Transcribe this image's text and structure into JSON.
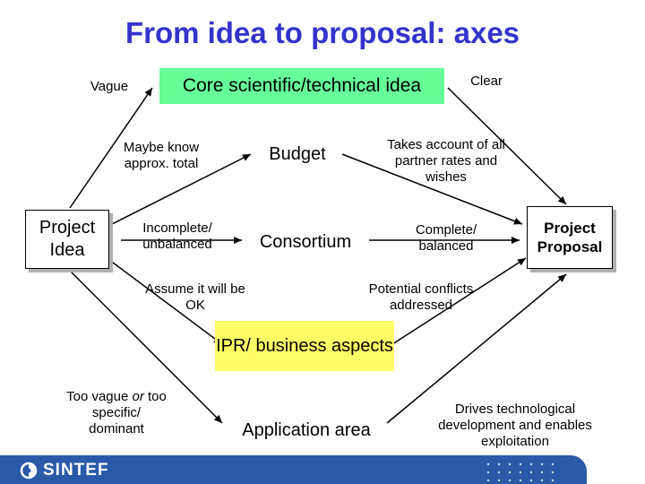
{
  "slide": {
    "title": "From idea to proposal:  axes"
  },
  "endpoints": {
    "start": "Project Idea",
    "end": "Project Proposal"
  },
  "axes": {
    "core": {
      "label": "Core scientific/technical idea",
      "left": "Vague",
      "right": "Clear"
    },
    "budget": {
      "label": "Budget",
      "left": "Maybe know approx. total",
      "right": "Takes account of all partner rates and wishes"
    },
    "consortium": {
      "label": "Consortium",
      "left": "Incomplete/ unbalanced",
      "right": "Complete/ balanced"
    },
    "ipr": {
      "label": "IPR/ business aspects",
      "left": "Assume it will be OK",
      "right": "Potential conflicts addressed"
    },
    "application": {
      "label": "Application area",
      "left_part1": "Too vague ",
      "left_part2": "or",
      "left_part3": " too specific/ dominant",
      "right": "Drives technological development and enables exploitation"
    }
  },
  "footer": {
    "brand": "SINTEF",
    "logo_icon": "sintef-logo-icon",
    "bar_color": "#2a59a8"
  },
  "colors": {
    "title": "#3333cc",
    "core_highlight": "#66ff99",
    "ipr_highlight": "#ffff66"
  }
}
